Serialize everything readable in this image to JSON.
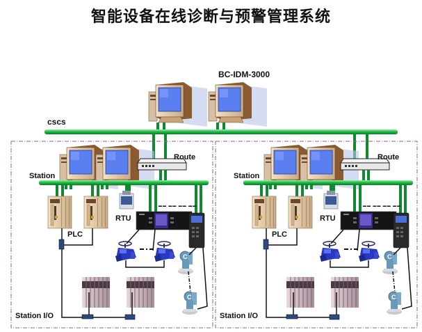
{
  "title": "智能设备在线诊断与预警管理系统",
  "colors": {
    "bus": "#22bb44",
    "bus_dark": "#0a7a28",
    "link": "#0f8a2e",
    "frame": "#8a6a7a",
    "screen": "#5a7ff0",
    "wire": "#111111"
  },
  "top": {
    "server_label": "BC-IDM-3000",
    "network_label": "cscs"
  },
  "stations": [
    {
      "router_label": "Route",
      "station_label": "Station",
      "rtu_label": "RTU",
      "plc_label": "PLC",
      "io_label": "Station I/O",
      "rtu_header": "▬▬ ▬▬ ▬▬ ▬▬"
    },
    {
      "router_label": "Route",
      "station_label": "Station",
      "rtu_label": "RTU",
      "plc_label": "PLC",
      "io_label": "Station I/O",
      "rtu_header": "▬▬ ▬▬ ▬▬ ▬▬"
    }
  ]
}
